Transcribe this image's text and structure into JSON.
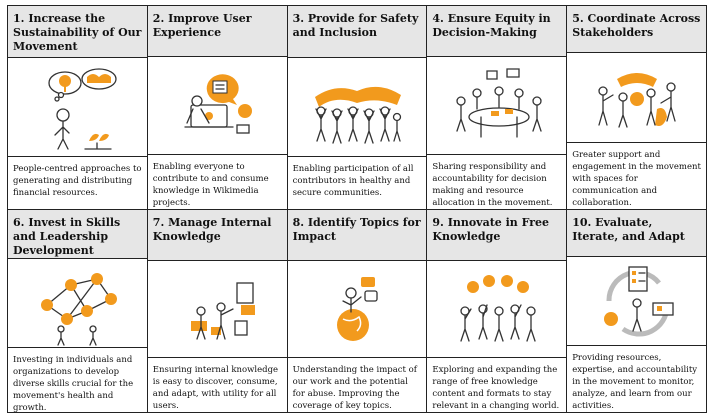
{
  "cards": [
    {
      "title": "1. Increase the Sustainability of Our Movement",
      "description": "People-centred approaches to generating and distributing financial resources.",
      "icon": "money-tree-icon"
    },
    {
      "title": "2. Improve User Experience",
      "description": "Enabling everyone to contribute to and consume knowledge in Wikimedia projects.",
      "icon": "laptop-user-icon"
    },
    {
      "title": "3. Provide for Safety and Inclusion",
      "description": "Enabling participation of all contributors in healthy and secure communities.",
      "icon": "shelter-group-icon"
    },
    {
      "title": "4. Ensure Equity in Decision-Making",
      "description": "Sharing responsibility and accountability for decision making and resource allocation in the movement.",
      "icon": "round-table-icon"
    },
    {
      "title": "5. Coordinate Across Stakeholders",
      "description": "Greater support and engagement in the movement with spaces for communication and collaboration.",
      "icon": "collaboration-icon"
    },
    {
      "title": "6. Invest in Skills and Leadership Development",
      "description": "Investing in individuals and organizations to develop diverse skills crucial for the movement's health and growth.",
      "icon": "network-icon"
    },
    {
      "title": "7. Manage Internal Knowledge",
      "description": "Ensuring internal knowledge is easy to discover, consume, and adapt, with utility for all users.",
      "icon": "documents-icon"
    },
    {
      "title": "8. Identify Topics for Impact",
      "description": "Understanding the impact of our work and the potential for abuse. Improving the coverage of key topics.",
      "icon": "globe-person-icon"
    },
    {
      "title": "9. Innovate in Free Knowledge",
      "description": "Exploring and expanding the range of free knowledge content and formats to stay relevant in a changing world.",
      "icon": "ideas-crowd-icon"
    },
    {
      "title": "10. Evaluate, Iterate, and Adapt",
      "description": "Providing resources, expertise, and accountability in the movement to monitor, analyze, and learn from our activities.",
      "icon": "cycle-icon"
    }
  ],
  "colors": {
    "accent": "#f29a1d",
    "header_bg": "#e6e6e6",
    "border": "#222222"
  }
}
